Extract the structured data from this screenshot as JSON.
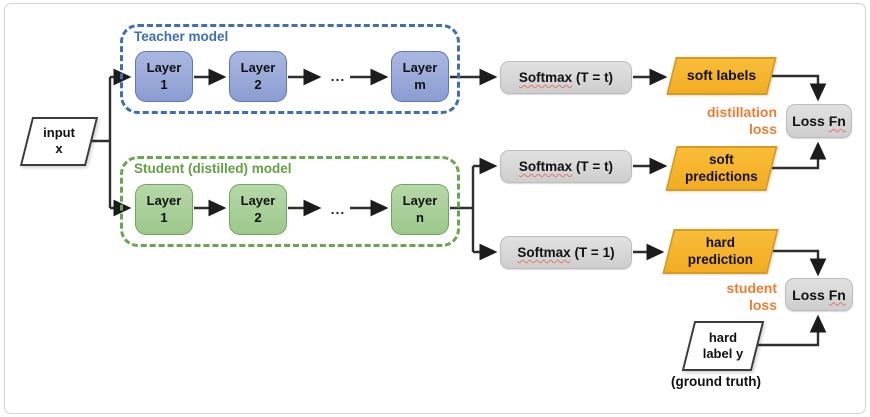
{
  "diagram_title": "knowledge-distillation-teacher-student-diagram",
  "input_node": {
    "line1": "input",
    "line2": "x"
  },
  "teacher": {
    "label": "Teacher model",
    "layers": [
      {
        "word": "Layer",
        "sub": "1"
      },
      {
        "word": "Layer",
        "sub": "2"
      },
      {
        "word": "Layer",
        "sub": "m"
      }
    ],
    "ellipsis": "..."
  },
  "student": {
    "label": "Student (distilled) model",
    "layers": [
      {
        "word": "Layer",
        "sub": "1"
      },
      {
        "word": "Layer",
        "sub": "2"
      },
      {
        "word": "Layer",
        "sub": "n"
      }
    ],
    "ellipsis": "..."
  },
  "softmax": {
    "teacher": {
      "word": "Softmax",
      "rest": " (T = t)"
    },
    "student_soft": {
      "word": "Softmax",
      "rest": " (T = t)"
    },
    "student_hard": {
      "word": "Softmax",
      "rest": " (T = 1)"
    }
  },
  "outputs": {
    "soft_labels": "soft labels",
    "soft_predictions": {
      "line1": "soft",
      "line2": "predictions"
    },
    "hard_prediction": {
      "line1": "hard",
      "line2": "prediction"
    }
  },
  "losses": {
    "distillation": {
      "line1": "distillation",
      "line2": "loss"
    },
    "student": {
      "line1": "student",
      "line2": "loss"
    },
    "loss_fn_1": {
      "prefix": "Loss ",
      "fn": "Fn"
    },
    "loss_fn_2": {
      "prefix": "Loss ",
      "fn": "Fn"
    }
  },
  "ground_truth_node": {
    "line1": "hard",
    "line2": "label y",
    "caption": "(ground truth)"
  },
  "colors": {
    "teacher_blue": "#3e6eb5",
    "teacher_layer_fill": "#94a5d5",
    "student_green": "#68a74e",
    "student_layer_fill": "#a6ce97",
    "amber_fill": "#f5b32b",
    "amber_border": "#d99a22",
    "gray_box": "#d6d6d6",
    "orange_loss_text": "#ed7d31",
    "connector": "#2f2f2f"
  }
}
